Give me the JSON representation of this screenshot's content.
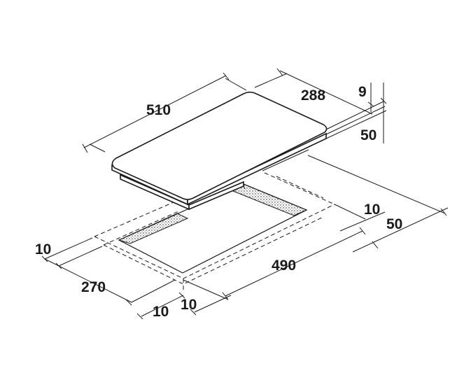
{
  "dimensions": {
    "hob_width": "510",
    "hob_depth": "288",
    "glass_thickness": "9",
    "hob_height": "50",
    "cutout_width": "490",
    "cutout_depth": "270",
    "margin_left": "10",
    "margin_front_a": "10",
    "margin_front_b": "10",
    "margin_right": "10",
    "clearance_back": "50"
  },
  "colors": {
    "line": "#1a1a1a",
    "hatch": "#1a1a1a",
    "background": "#ffffff"
  }
}
